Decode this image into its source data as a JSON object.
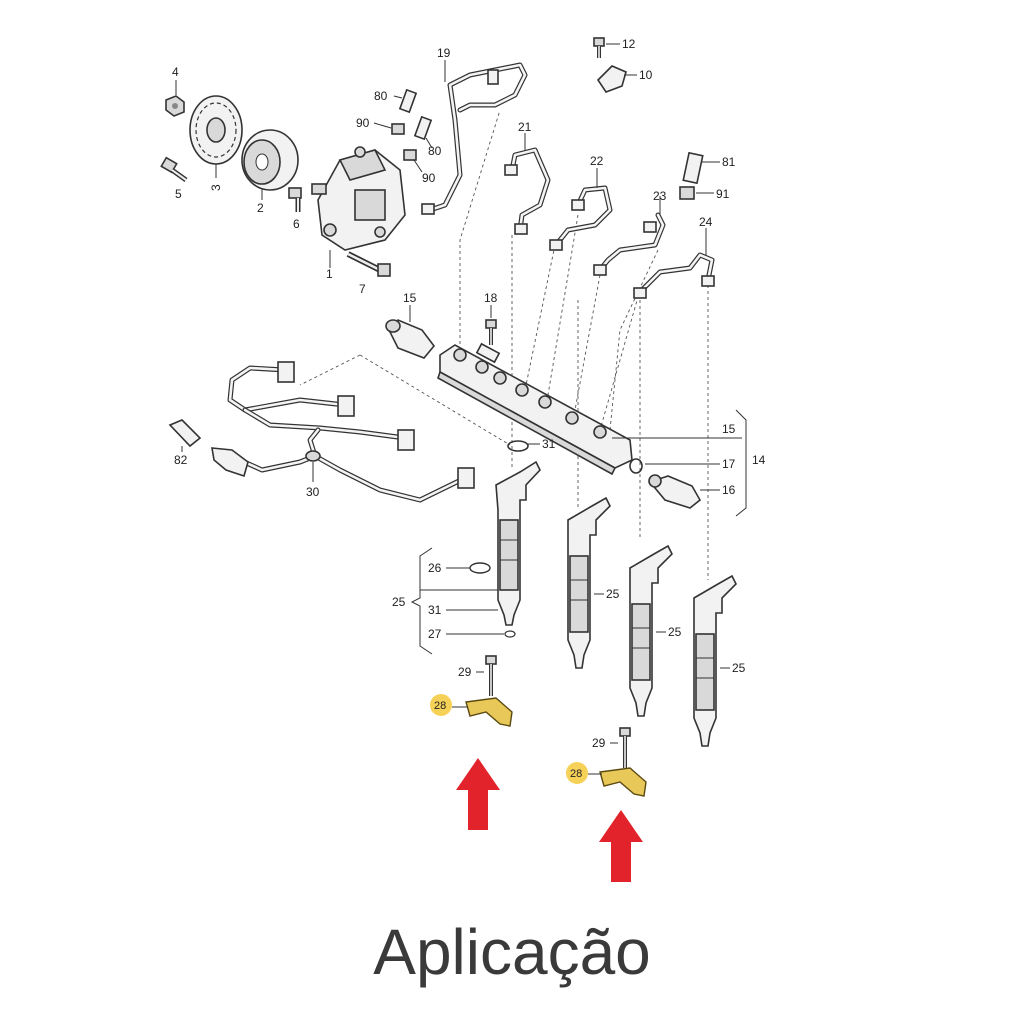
{
  "caption": "Aplicação",
  "callouts": {
    "c1": "1",
    "c2": "2",
    "c3": "3",
    "c4": "4",
    "c5": "5",
    "c6": "6",
    "c7": "7",
    "c10": "10",
    "c12": "12",
    "c14": "14",
    "c15a": "15",
    "c15b": "15",
    "c16": "16",
    "c17": "17",
    "c18": "18",
    "c19": "19",
    "c21": "21",
    "c22": "22",
    "c23": "23",
    "c24": "24",
    "c25a": "25",
    "c25b": "25",
    "c25c": "25",
    "c25d": "25",
    "c26": "26",
    "c27": "27",
    "c28a": "28",
    "c28b": "28",
    "c29a": "29",
    "c29b": "29",
    "c30": "30",
    "c31a": "31",
    "c31b": "31",
    "c80a": "80",
    "c80b": "80",
    "c81": "81",
    "c82": "82",
    "c90a": "90",
    "c90b": "90",
    "c91": "91"
  },
  "colors": {
    "highlight": "#f5c93a",
    "arrow": "#e3232b"
  }
}
